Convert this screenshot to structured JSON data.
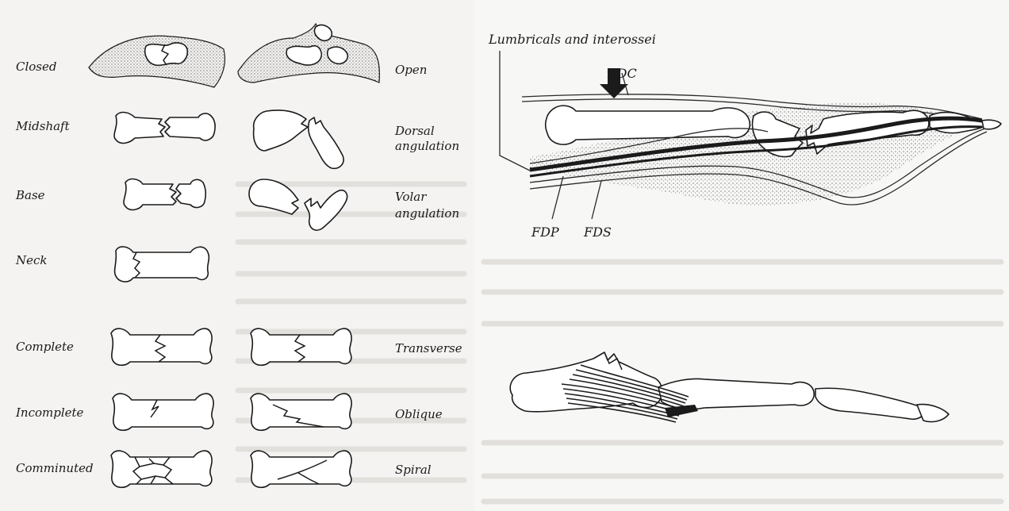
{
  "fracture_types": {
    "left_labels": [
      "Closed",
      "Midshaft",
      "Base",
      "Neck",
      "Complete",
      "Incomplete",
      "Comminuted"
    ],
    "right_labels": [
      "Open",
      "Dorsal angulation",
      "Volar angulation",
      "Transverse",
      "Oblique",
      "Spiral"
    ],
    "right_label_lines": {
      "dorsal": [
        "Dorsal",
        "angulation"
      ],
      "volar": [
        "Volar",
        "angulation"
      ]
    }
  },
  "finger_diagram": {
    "labels": {
      "muscles": "Lumbricals and interossei",
      "extensor": "EDC",
      "profundus": "FDP",
      "superficialis": "FDS"
    }
  },
  "colors": {
    "ink": "#1b1b1b",
    "paper_left": "#f4f3f1",
    "paper_right": "#f7f7f6",
    "ghost_text": "#dcdad6"
  }
}
